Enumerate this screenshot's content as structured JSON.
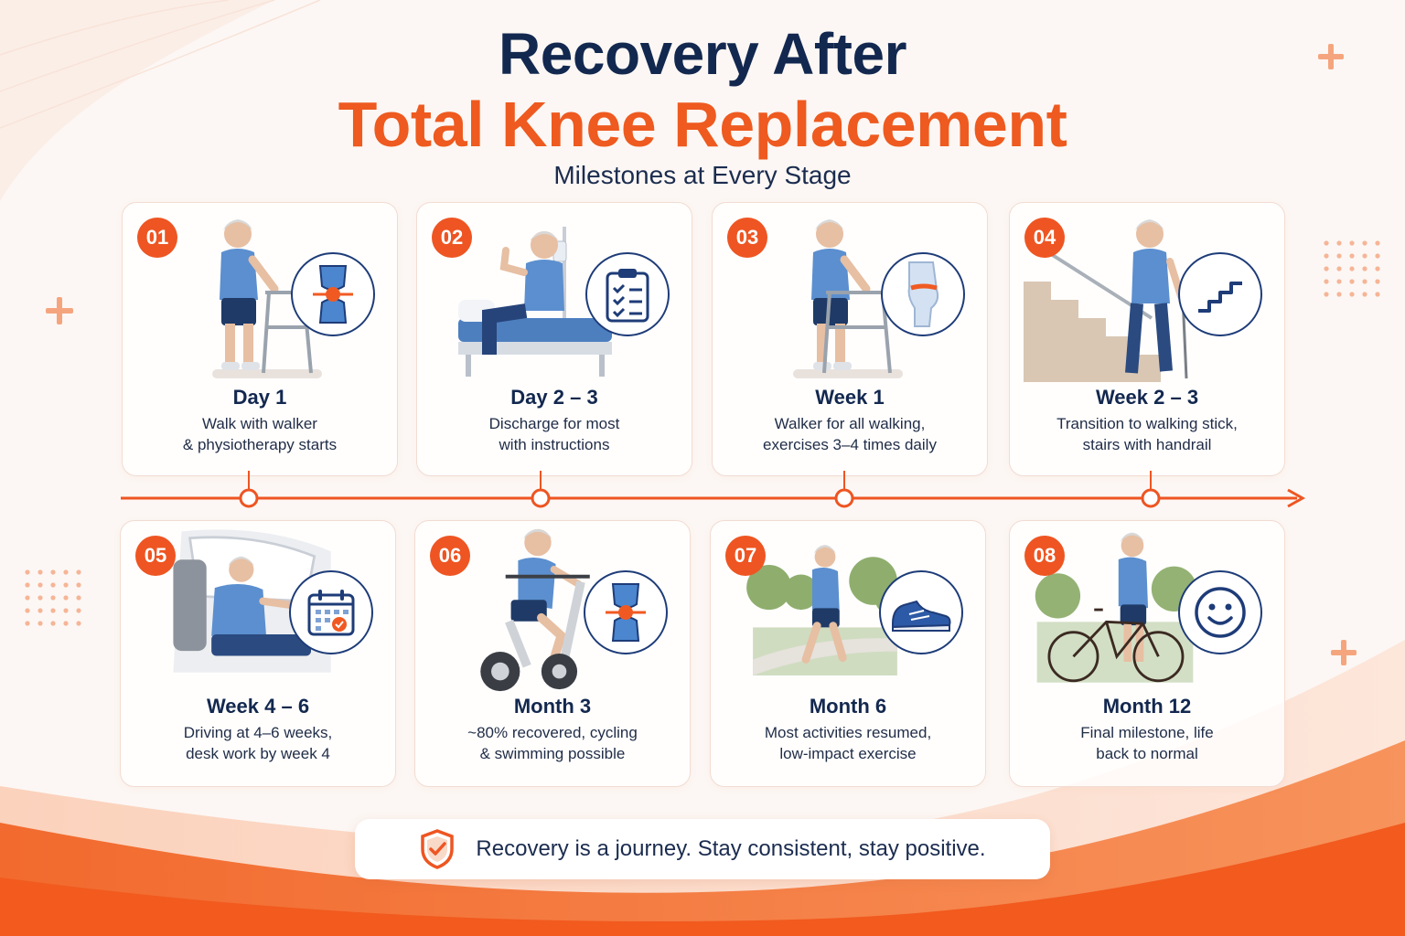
{
  "header": {
    "title_line1": "Recovery After",
    "title_line2": "Total Knee Replacement",
    "subtitle": "Milestones at Every Stage"
  },
  "colors": {
    "accent": "#ee5522",
    "navy": "#13284f",
    "icon_blue": "#1e3c78",
    "background": "#fcf7f4"
  },
  "milestones": [
    {
      "number": "01",
      "stage": "Day 1",
      "desc_line1": "Walk with walker",
      "desc_line2": "& physiotherapy starts",
      "icon": "knee-joint-icon",
      "scene": "man-with-walker"
    },
    {
      "number": "02",
      "stage": "Day 2 – 3",
      "desc_line1": "Discharge for most",
      "desc_line2": "with instructions",
      "icon": "clipboard-checklist-icon",
      "scene": "man-sitting-on-hospital-bed"
    },
    {
      "number": "03",
      "stage": "Week 1",
      "desc_line1": "Walker for all walking,",
      "desc_line2": "exercises 3–4 times daily",
      "icon": "leg-knee-icon",
      "scene": "man-with-walker"
    },
    {
      "number": "04",
      "stage": "Week 2 – 3",
      "desc_line1": "Transition to walking stick,",
      "desc_line2": "stairs with handrail",
      "icon": "stairs-icon",
      "scene": "man-on-stairs-with-cane"
    },
    {
      "number": "05",
      "stage": "Week 4 – 6",
      "desc_line1": "Driving at 4–6 weeks,",
      "desc_line2": "desk work by week 4",
      "icon": "calendar-icon",
      "scene": "man-driving-car"
    },
    {
      "number": "06",
      "stage": "Month 3",
      "desc_line1": "~80% recovered, cycling",
      "desc_line2": "& swimming possible",
      "icon": "knee-joint-icon",
      "scene": "man-on-exercise-bike"
    },
    {
      "number": "07",
      "stage": "Month 6",
      "desc_line1": "Most activities resumed,",
      "desc_line2": "low-impact exercise",
      "icon": "sneaker-icon",
      "scene": "man-walking-in-park"
    },
    {
      "number": "08",
      "stage": "Month 12",
      "desc_line1": "Final milestone, life",
      "desc_line2": "back to normal",
      "icon": "smiley-face-icon",
      "scene": "man-with-bicycle-in-park"
    }
  ],
  "footer": {
    "text": "Recovery is a journey. Stay consistent, stay positive.",
    "icon": "shield-check-icon"
  }
}
